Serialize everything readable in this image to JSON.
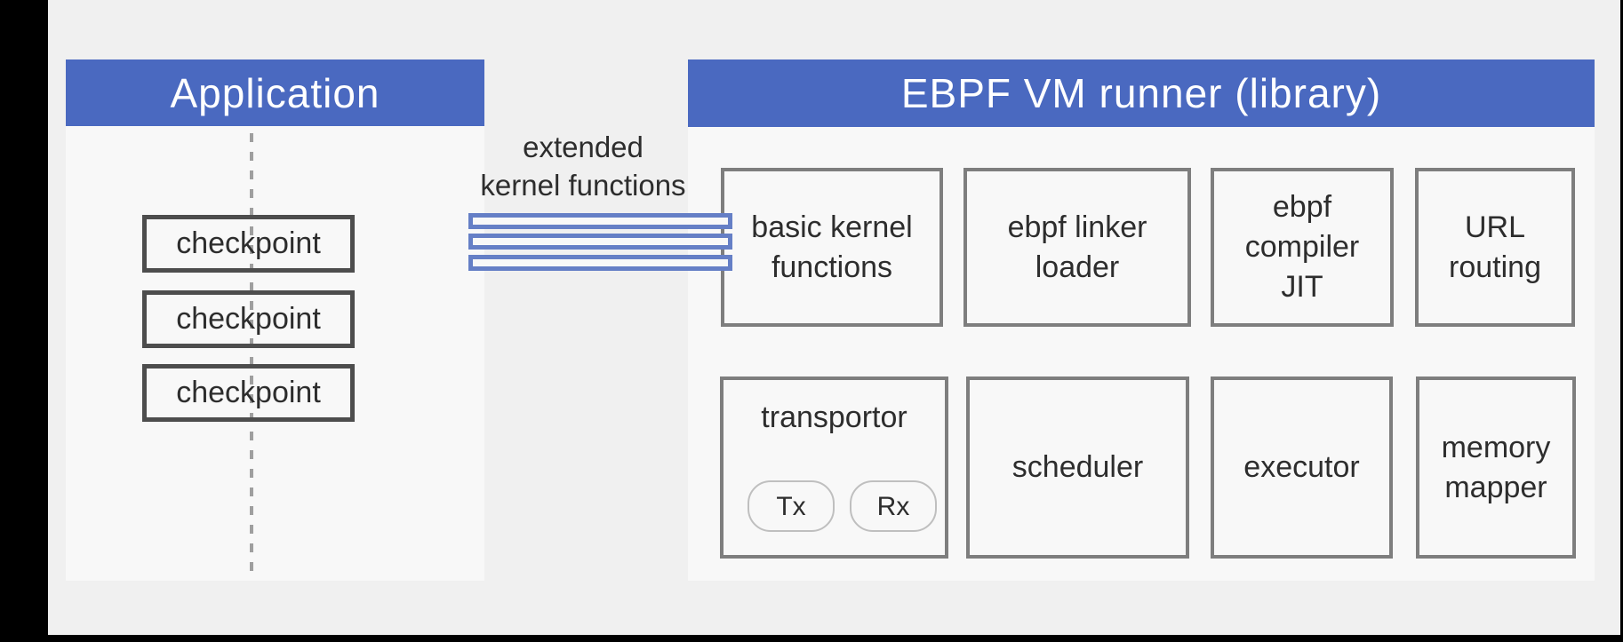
{
  "page": {
    "background": "#f0f0f0",
    "frame_color": "#000000"
  },
  "application": {
    "title": "Application",
    "checkpoints": [
      "checkpoint",
      "checkpoint",
      "checkpoint"
    ]
  },
  "kernel_bus": {
    "label_line1": "extended",
    "label_line2": "kernel functions",
    "line_count": 3
  },
  "vm_runner": {
    "title": "EBPF VM runner (library)",
    "modules": [
      {
        "label": "basic kernel\nfunctions"
      },
      {
        "label": "ebpf linker\nloader"
      },
      {
        "label": "ebpf\ncompiler\nJIT"
      },
      {
        "label": "URL\nrouting"
      },
      {
        "label": "transportor",
        "pills": [
          "Tx",
          "Rx"
        ]
      },
      {
        "label": "scheduler"
      },
      {
        "label": "executor"
      },
      {
        "label": "memory\nmapper"
      }
    ]
  },
  "colors": {
    "header_blue": "#4a69c0",
    "panel_bg": "#f8f8f8",
    "module_border": "#7e7e7e",
    "checkpoint_border": "#4d4d4d",
    "text_dark": "#2d2d2d",
    "dashed_line": "#9f9f9f",
    "pill_border": "#bfbfbf",
    "bus_blue": "#657fc6"
  }
}
